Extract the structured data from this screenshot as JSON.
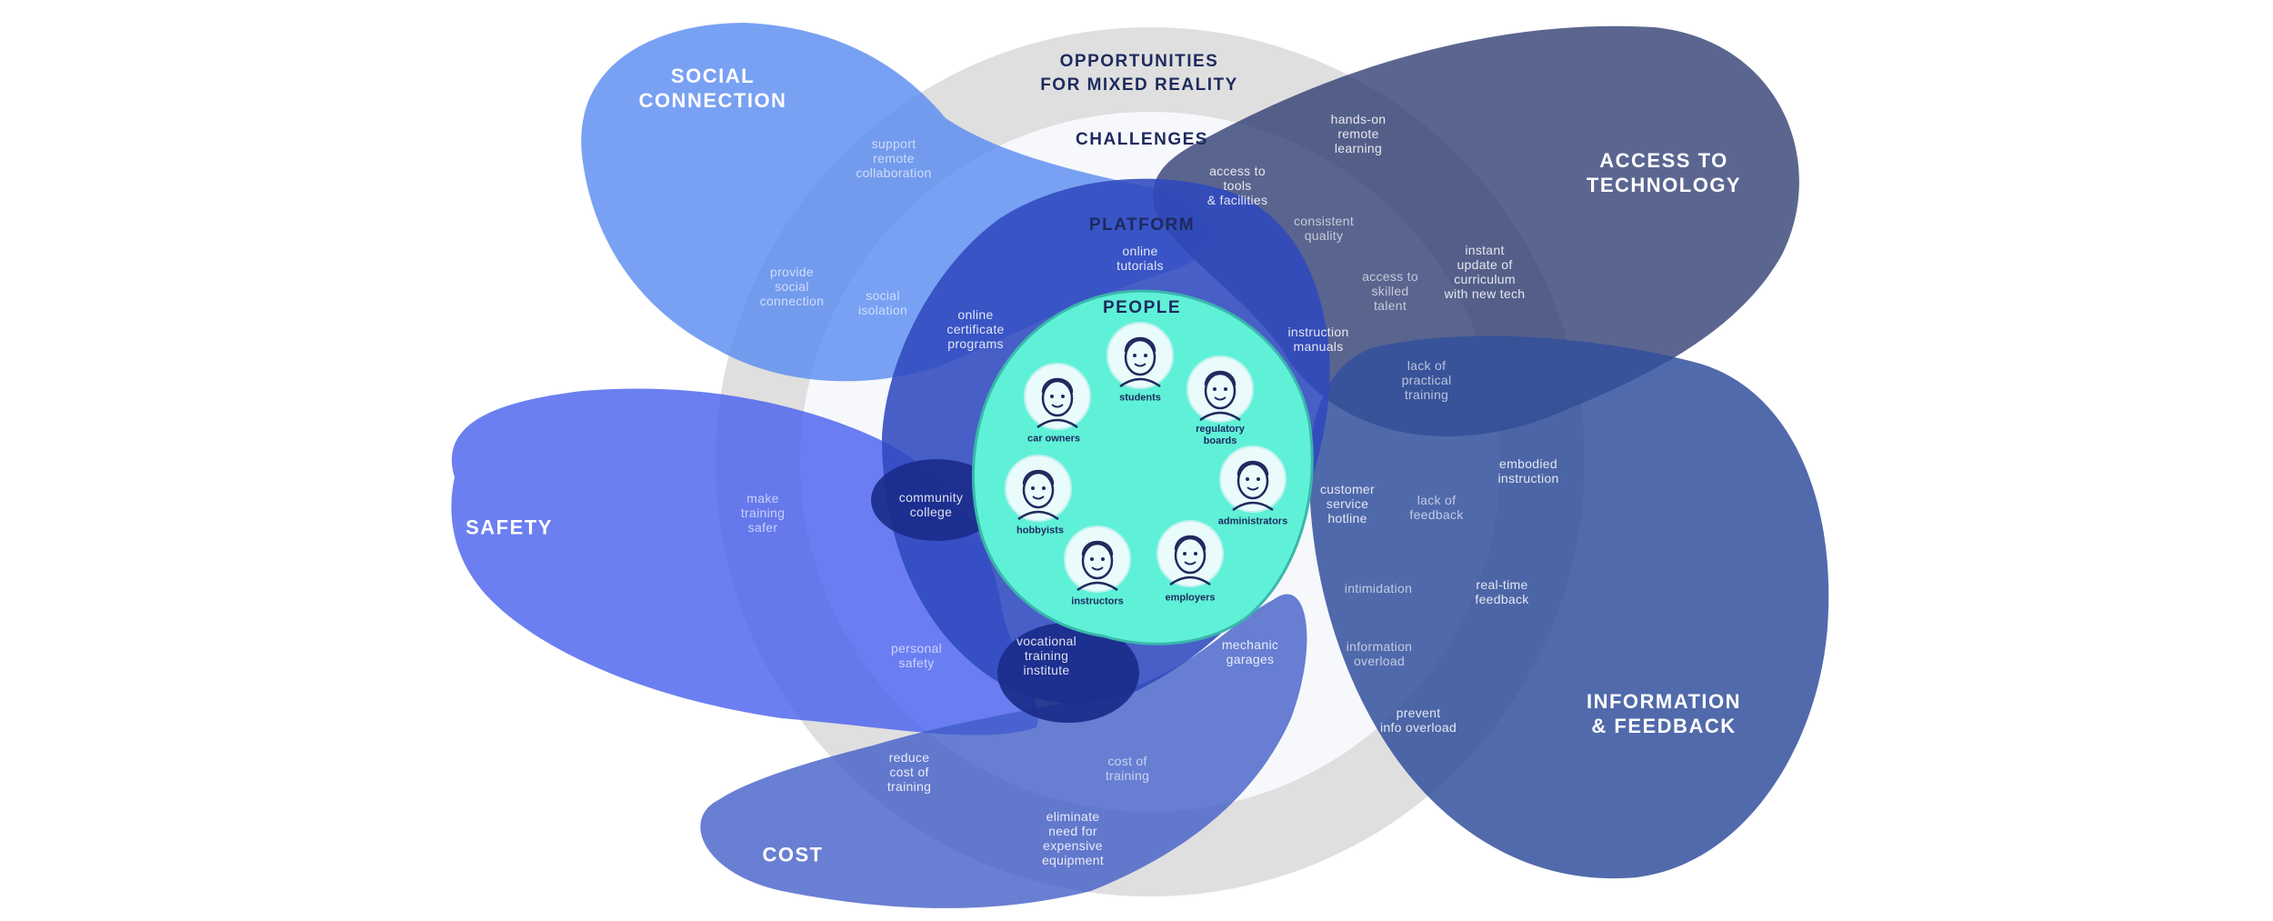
{
  "colors": {
    "ring_outer": "#dcdcdc",
    "ring_inner": "#f6f8fb",
    "social": "#5b8cf0",
    "access": "#2d3b71",
    "safety": "#4a63ee",
    "cost": "#3f5bc7",
    "info": "#32509c",
    "platform": "#2f49be",
    "people": "#5ff1d8",
    "dark": "#1a2b8a",
    "ink": "#1e2a5e"
  },
  "rings": {
    "opportunities": "OPPORTUNITIES\nFOR MIXED REALITY",
    "challenges": "CHALLENGES",
    "platform": "PLATFORM",
    "people": "PEOPLE"
  },
  "categories": {
    "social": "SOCIAL\nCONNECTION",
    "access": "ACCESS TO\nTECHNOLOGY",
    "safety": "SAFETY",
    "cost": "COST",
    "info": "INFORMATION\n& FEEDBACK"
  },
  "opportunities": {
    "support_remote": "support\nremote\ncollaboration",
    "provide_social": "provide\nsocial\nconnection",
    "hands_on": "hands-on\nremote\nlearning",
    "instant_update": "instant\nupdate of\ncurriculum\nwith new tech",
    "make_safer": "make\ntraining\nsafer",
    "embodied": "embodied\ninstruction",
    "real_time": "real-time\nfeedback",
    "prevent_info": "prevent\ninfo overload",
    "reduce_cost": "reduce\ncost of\ntraining",
    "eliminate": "eliminate\nneed for\nexpensive\nequipment"
  },
  "challenges": {
    "access_tools": "access to\ntools\n& facilities",
    "consistent": "consistent\nquality",
    "social_isolation": "social\nisolation",
    "skilled_talent": "access to\nskilled\ntalent",
    "lack_practical": "lack of\npractical\ntraining",
    "lack_feedback": "lack of\nfeedback",
    "intimidation": "intimidation",
    "info_overload": "information\noverload",
    "personal_safety": "personal\nsafety",
    "cost_training": "cost of\ntraining"
  },
  "platforms": {
    "online_tutorials": "online\ntutorials",
    "online_certificate": "online\ncertificate\nprograms",
    "instruction_manuals": "instruction\nmanuals",
    "community_college": "community\ncollege",
    "customer_service": "customer\nservice\nhotline",
    "vocational": "vocational\ntraining\ninstitute",
    "mechanic": "mechanic\ngarages"
  },
  "people": [
    {
      "label": "students",
      "icon": "student-icon"
    },
    {
      "label": "regulatory\nboards",
      "icon": "regulator-icon"
    },
    {
      "label": "administrators",
      "icon": "administrator-icon"
    },
    {
      "label": "employers",
      "icon": "employer-icon"
    },
    {
      "label": "instructors",
      "icon": "instructor-icon"
    },
    {
      "label": "hobbyists",
      "icon": "hobbyist-icon"
    },
    {
      "label": "car owners",
      "icon": "car-owner-icon"
    }
  ]
}
